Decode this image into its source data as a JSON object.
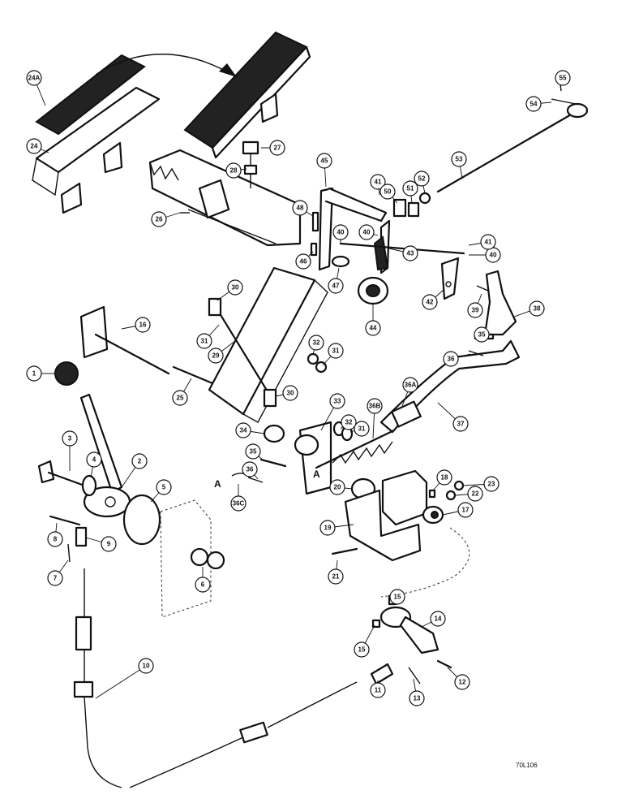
{
  "callouts": [
    "1",
    "2",
    "3",
    "4",
    "5",
    "6",
    "7",
    "8",
    "9",
    "10",
    "11",
    "12",
    "13",
    "14",
    "15",
    "15",
    "16",
    "17",
    "18",
    "19",
    "20",
    "21",
    "22",
    "23",
    "24",
    "24A",
    "25",
    "26",
    "27",
    "28",
    "29",
    "30",
    "30",
    "31",
    "31",
    "31",
    "32",
    "32",
    "33",
    "34",
    "35",
    "35",
    "36",
    "36",
    "36B",
    "36A",
    "36C",
    "37",
    "38",
    "39",
    "40",
    "40",
    "40",
    "41",
    "41",
    "42",
    "43",
    "44",
    "45",
    "46",
    "47",
    "48",
    "50",
    "51",
    "52",
    "53",
    "54",
    "55"
  ],
  "section_marker": "A",
  "reference_code": "70L106"
}
